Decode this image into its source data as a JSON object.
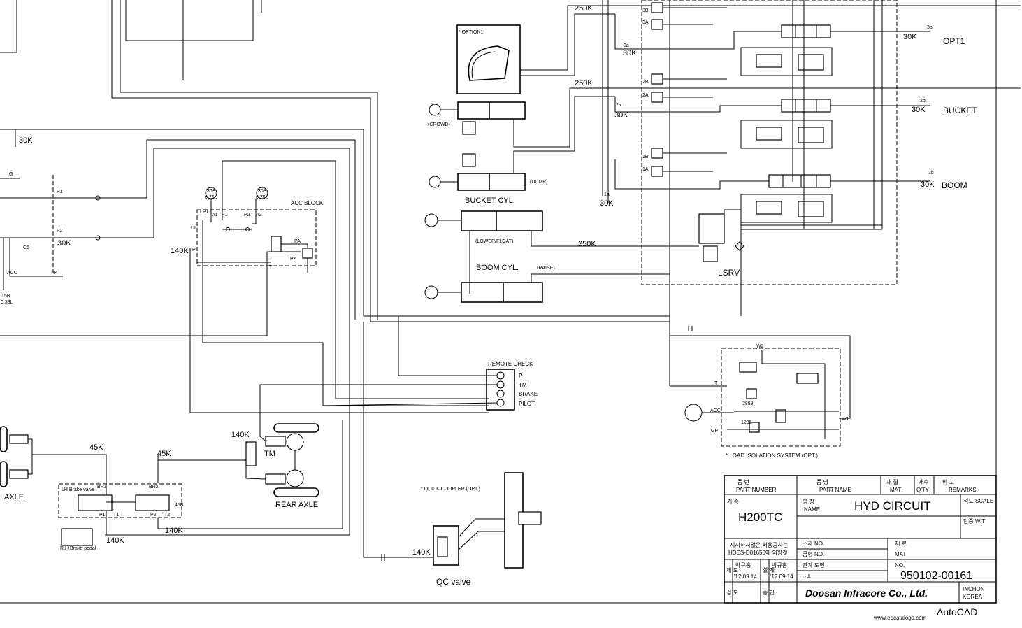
{
  "labels": {
    "option1": "* OPTION1",
    "crowd": "(CROWD)",
    "dump": "(DUMP)",
    "bucket_cyl": "BUCKET CYL.",
    "lower_float": "(LOWER/FLOAT)",
    "raise": "(RAISE)",
    "boom_cyl": "BOOM CYL.",
    "opt1": "OPT1",
    "bucket": "BUCKET",
    "boom": "BOOM",
    "lsrv": "LSRV",
    "acc_block": "ACC BLOCK",
    "remote_check": "REMOTE CHECK",
    "rc_p": "P",
    "rc_tm": "TM",
    "rc_brake": "BRAKE",
    "rc_pilot": "PILOT",
    "load_isolation": "* LOAD ISOLATION SYSTEM (OPT.)",
    "quick_coupler": "* QUICK COUPLER (OPT.)",
    "qc_valve": "QC valve",
    "rear_axle": "REAR AXLE",
    "axle": "AXLE",
    "tm": "TM",
    "lh_brake_valve": "LH Brake valve",
    "rh_brake_pedal": "R.H Brake pedal",
    "acc": "ACC",
    "gp": "GP",
    "w1": "W1",
    "w2": "W2",
    "t": "T",
    "v2859": "2859",
    "v1205": "1205",
    "g": "G",
    "p1": "P1",
    "p2": "P2",
    "tp": "TP",
    "c6": "C6",
    "lp1": "LP1",
    "a1": "A1",
    "a2": "A2",
    "ul": "UL",
    "p": "P",
    "pa": "PA",
    "pk": "PK",
    "br1": "BR1",
    "br2": "BR2",
    "t1": "T1",
    "t2": "T2",
    "s45b": "45B",
    "acc30b_a": "30B",
    "acc30b_b": "30B",
    "acc075_a": "0.75L",
    "acc075_b": "0.75L",
    "acc15b": "15B",
    "acc033": "0.33L",
    "port3b": "3B",
    "port3a": "3A",
    "port2b": "2B",
    "port2a": "2A",
    "port1b": "1B",
    "port1a": "1A",
    "port3b_r": "3b",
    "port2b_r": "2b",
    "port1b_r": "1b",
    "port3a_l": "3a",
    "port2a_l": "2a",
    "port1a_l": "1a"
  },
  "pressures": {
    "p250k_1": "250K",
    "p250k_2": "250K",
    "p250k_3": "250K",
    "p30k_left": "30K",
    "p30k_left2": "30K",
    "p30k_3a": "30K",
    "p30k_2a": "30K",
    "p30k_1a": "30K",
    "p30k_3b": "30K",
    "p30k_2b": "30K",
    "p30k_1b": "30K",
    "p140k_acc": "140K",
    "p140k_tm": "140K",
    "p140k_br1": "140K",
    "p140k_br2": "140K",
    "p140k_qc": "140K",
    "p45k_1": "45K",
    "p45k_2": "45K"
  },
  "title_block": {
    "part_number_kr": "품        번",
    "part_number": "PART NUMBER",
    "part_name_kr": "품        명",
    "part_name": "PART NAME",
    "mat_kr": "재  질",
    "mat": "MAT",
    "qty_kr": "개수",
    "qty": "Q'TY",
    "remarks_kr": "비        고",
    "remarks": "REMARKS",
    "model_kr": "기        종",
    "model": "H200TC",
    "name_kr": "명    칭",
    "name": "NAME",
    "title": "HYD CIRCUIT",
    "scale": "척도 SCALE",
    "weight": "단중  W.T",
    "note_line1": "지시하지않은 허용공차는",
    "note_line2": "HDES-D01650에 의함것",
    "sozai_no": "소재  NO.",
    "geumhyeong_no": "금형  NO.",
    "related_dwg": "관계 도면",
    "material_kr": "재  료",
    "material": "MAT",
    "no_label": "NO.",
    "drawing_no": "950102-00161",
    "jedo": "제\n도",
    "designer1": "박규홍",
    "date1": "'12.09.14",
    "sul": "설\n계",
    "designer2": "박규홍",
    "date2": "'12.09.14",
    "o_hash": "○    #",
    "geomdo": "검\n도",
    "seungin": "승\n인",
    "company": "Doosan Infracore Co., Ltd.",
    "location1": "INCHON",
    "location2": "KOREA"
  },
  "footer": {
    "autocad": "AutoCAD",
    "watermark": "www.epcatalogs.com"
  }
}
